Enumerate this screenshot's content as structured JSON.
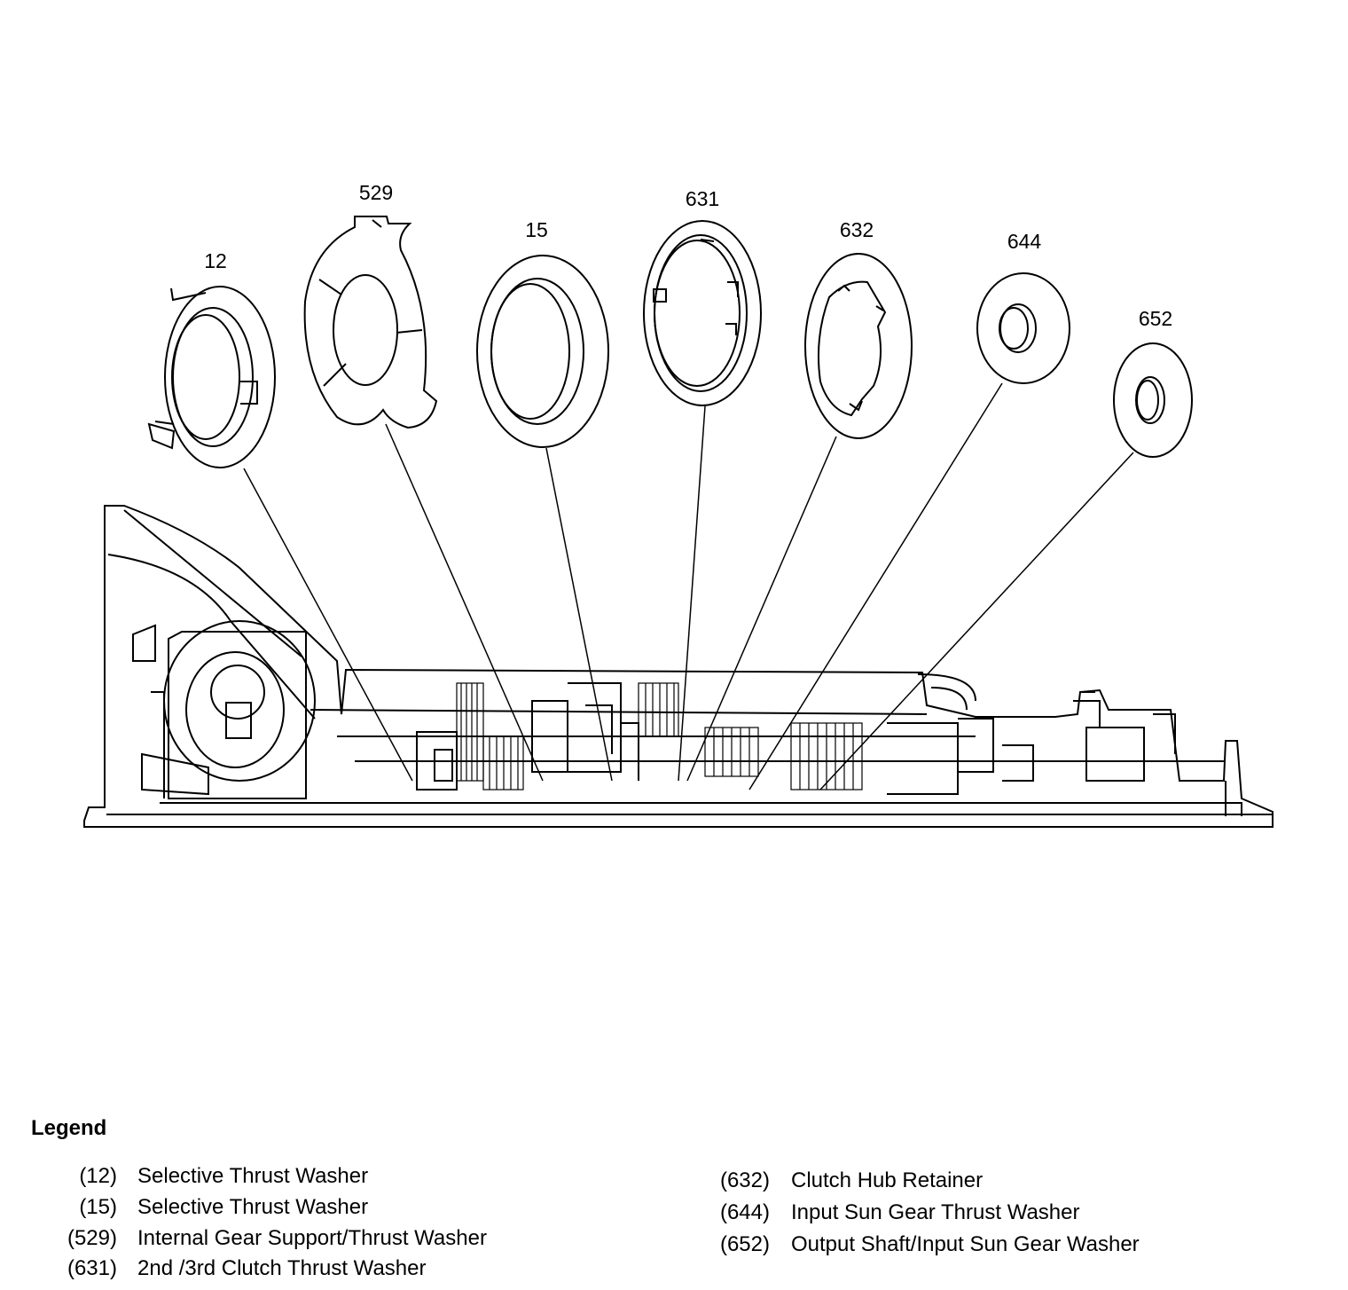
{
  "diagram": {
    "callouts": [
      "12",
      "529",
      "15",
      "631",
      "632",
      "644",
      "652"
    ]
  },
  "legend": {
    "title": "Legend",
    "left_items": [
      {
        "num": "(12)",
        "label": "Selective Thrust Washer"
      },
      {
        "num": "(15)",
        "label": "Selective Thrust Washer"
      },
      {
        "num": "(529)",
        "label": "Internal Gear Support/Thrust Washer"
      },
      {
        "num": "(631)",
        "label": "2nd /3rd Clutch Thrust Washer"
      }
    ],
    "right_items": [
      {
        "num": "(632)",
        "label": "Clutch Hub Retainer"
      },
      {
        "num": "(644)",
        "label": "Input Sun Gear Thrust Washer"
      },
      {
        "num": "(652)",
        "label": "Output Shaft/Input Sun Gear Washer"
      }
    ]
  }
}
